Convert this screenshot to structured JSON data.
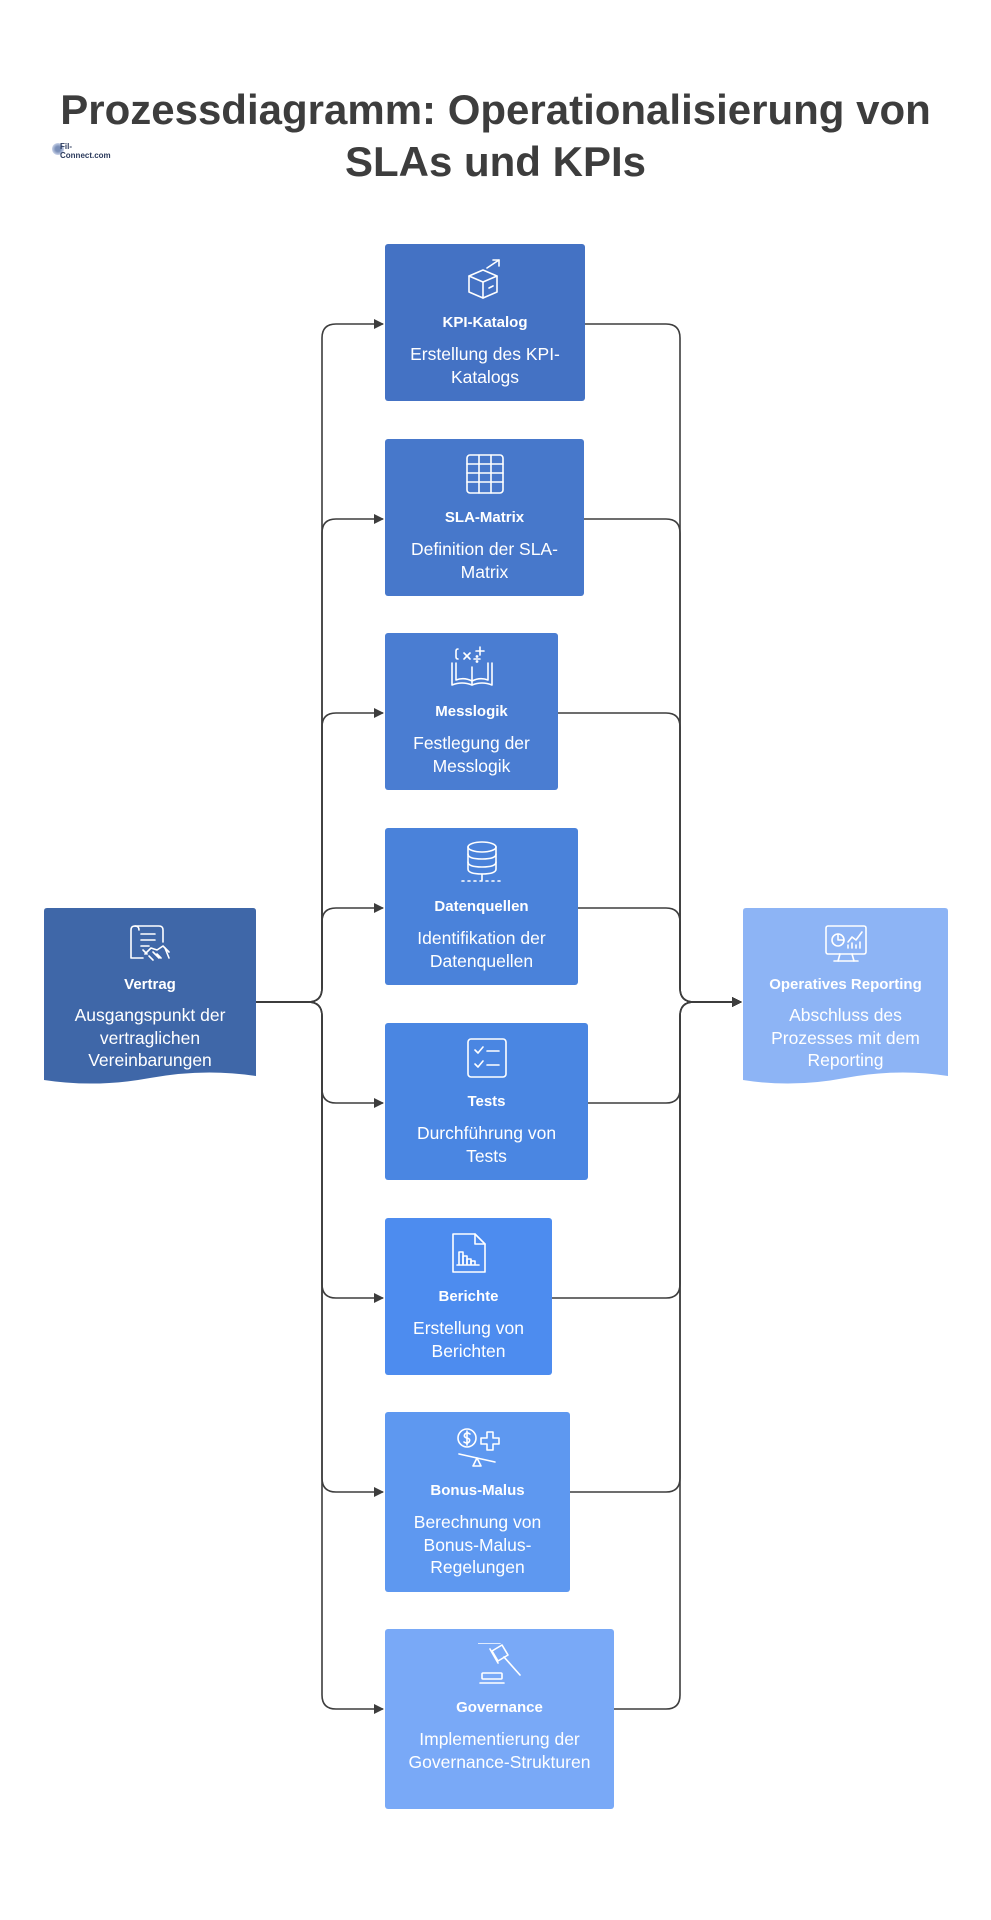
{
  "title": {
    "line1": "Prozessdiagramm: Operationalisierung von",
    "line2": "SLAs und KPIs"
  },
  "logo": {
    "name": "Fil-Connect.com",
    "tagline": ""
  },
  "start": {
    "title": "Vertrag",
    "desc": "Ausgangspunkt der vertraglichen Vereinbarungen",
    "icon": "contract-handshake-icon",
    "color": "#3f67a8"
  },
  "end": {
    "title": "Operatives Reporting",
    "desc": "Abschluss des Prozesses mit dem Reporting",
    "icon": "monitor-chart-icon",
    "color": "#8db4f5"
  },
  "steps": [
    {
      "title": "KPI-Katalog",
      "desc": "Erstellung des KPI-Katalogs",
      "icon": "box-growth-icon",
      "color": "#4472c4"
    },
    {
      "title": "SLA-Matrix",
      "desc": "Definition der SLA-Matrix",
      "icon": "table-grid-icon",
      "color": "#4778cb"
    },
    {
      "title": "Messlogik",
      "desc": "Festlegung der Messlogik",
      "icon": "math-book-icon",
      "color": "#4a7dd2"
    },
    {
      "title": "Datenquellen",
      "desc": "Identifikation der Datenquellen",
      "icon": "database-icon",
      "color": "#4a82da"
    },
    {
      "title": "Tests",
      "desc": "Durchführung von Tests",
      "icon": "checklist-icon",
      "color": "#4a86e2"
    },
    {
      "title": "Berichte",
      "desc": "Erstellung von Berichten",
      "icon": "report-chart-icon",
      "color": "#4d8cef"
    },
    {
      "title": "Bonus-Malus",
      "desc": "Berechnung von Bonus-Malus-Regelungen",
      "icon": "money-scale-icon",
      "color": "#5e98f0"
    },
    {
      "title": "Governance",
      "desc": "Implementierung der Governance-Strukturen",
      "icon": "gavel-icon",
      "color": "#79a9f7"
    }
  ]
}
